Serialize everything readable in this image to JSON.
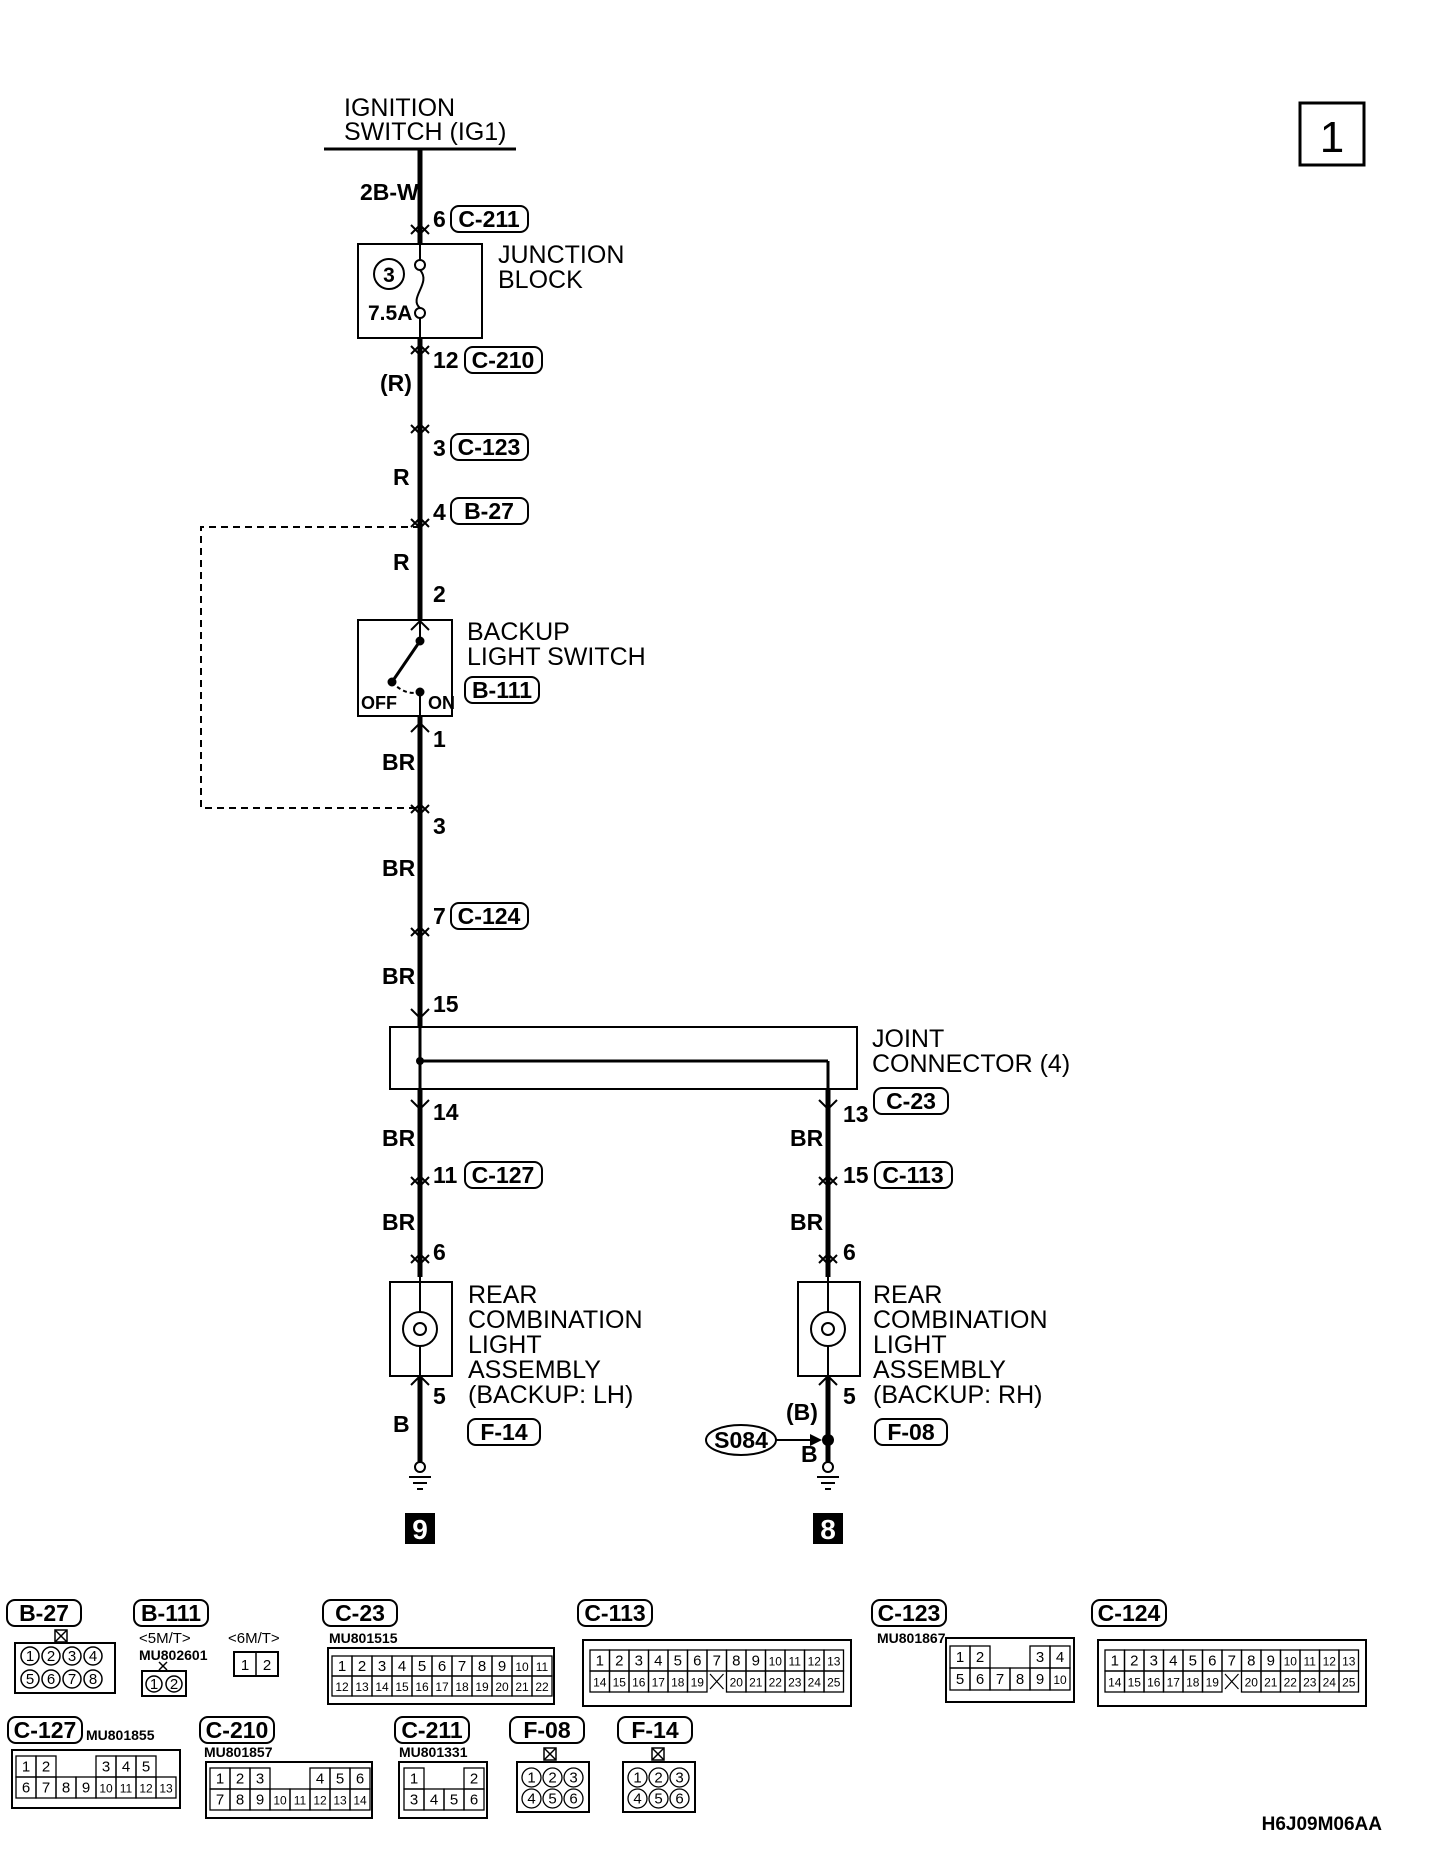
{
  "page_number": "1",
  "diagram_code": "H6J09M06AA",
  "ignition_switch": {
    "line1": "IGNITION",
    "line2": "SWITCH (IG1)"
  },
  "junction_block": {
    "line1": "JUNCTION",
    "line2": "BLOCK",
    "fuse_number": "3",
    "fuse_rating": "7.5A"
  },
  "backup_switch": {
    "line1": "BACKUP",
    "line2": "LIGHT SWITCH",
    "connector": "B-111",
    "off": "OFF",
    "on": "ON"
  },
  "joint_connector": {
    "line1": "JOINT",
    "line2": "CONNECTOR (4)",
    "connector": "C-23"
  },
  "rear_lh": {
    "line1": "REAR",
    "line2": "COMBINATION",
    "line3": "LIGHT",
    "line4": "ASSEMBLY",
    "line5": "(BACKUP: LH)",
    "connector": "F-14",
    "ground_ref": "9"
  },
  "rear_rh": {
    "line1": "REAR",
    "line2": "COMBINATION",
    "line3": "LIGHT",
    "line4": "ASSEMBLY",
    "line5": "(BACKUP: RH)",
    "connector": "F-08",
    "ground_ref": "8"
  },
  "splice": {
    "id": "S084",
    "wire": "(B)"
  },
  "wire_colors": {
    "w1": "2B-W",
    "w2": "(R)",
    "w3": "R",
    "w4": "R",
    "w5": "BR",
    "w6": "BR",
    "w7": "BR",
    "w8": "BR",
    "w9": "BR",
    "w10": "B",
    "w11": "BR",
    "w12": "BR",
    "w13": "B"
  },
  "junctions": {
    "j1": {
      "pin": "6",
      "connector": "C-211"
    },
    "j2": {
      "pin": "12",
      "connector": "C-210"
    },
    "j3": {
      "pin": "3",
      "connector": "C-123"
    },
    "j4": {
      "pin": "4",
      "connector": "B-27"
    },
    "j5": {
      "pin": "2"
    },
    "j6": {
      "pin": "1"
    },
    "j7": {
      "pin": "3"
    },
    "j8": {
      "pin": "7",
      "connector": "C-124"
    },
    "j9": {
      "pin": "15"
    },
    "j10": {
      "pin": "14"
    },
    "j11": {
      "pin": "13"
    },
    "j12": {
      "pin": "11",
      "connector": "C-127"
    },
    "j13": {
      "pin": "15",
      "connector": "C-113"
    },
    "j14": {
      "pin": "6"
    },
    "j15": {
      "pin": "6"
    },
    "j16": {
      "pin": "5"
    },
    "j17": {
      "pin": "5"
    }
  },
  "connector_views": {
    "b27": {
      "label": "B-27",
      "row1": [
        "1",
        "2",
        "3",
        "4"
      ],
      "row2": [
        "5",
        "6",
        "7",
        "8"
      ]
    },
    "b111": {
      "label": "B-111",
      "variant_a": "<5M/T>",
      "variant_b": "<6M/T>",
      "part": "MU802601",
      "pins_a": [
        "1",
        "2"
      ],
      "pins_b": [
        "1",
        "2"
      ]
    },
    "c23": {
      "label": "C-23",
      "part": "MU801515",
      "row1": [
        "1",
        "2",
        "3",
        "4",
        "5",
        "6",
        "7",
        "8",
        "9",
        "10",
        "11"
      ],
      "row2": [
        "12",
        "13",
        "14",
        "15",
        "16",
        "17",
        "18",
        "19",
        "20",
        "21",
        "22"
      ]
    },
    "c113": {
      "label": "C-113",
      "row1": [
        "1",
        "2",
        "3",
        "4",
        "5",
        "6",
        "7",
        "8",
        "9",
        "10",
        "11",
        "12",
        "13"
      ],
      "row2": [
        "14",
        "15",
        "16",
        "17",
        "18",
        "19",
        "",
        "20",
        "21",
        "22",
        "23",
        "24",
        "25"
      ]
    },
    "c123": {
      "label": "C-123",
      "part": "MU801867",
      "row1": [
        "1",
        "2",
        "",
        "",
        "3",
        "4"
      ],
      "row2": [
        "5",
        "6",
        "7",
        "8",
        "9",
        "10"
      ]
    },
    "c124": {
      "label": "C-124",
      "row1": [
        "1",
        "2",
        "3",
        "4",
        "5",
        "6",
        "7",
        "8",
        "9",
        "10",
        "11",
        "12",
        "13"
      ],
      "row2": [
        "14",
        "15",
        "16",
        "17",
        "18",
        "19",
        "",
        "20",
        "21",
        "22",
        "23",
        "24",
        "25"
      ]
    },
    "c127": {
      "label": "C-127",
      "part": "MU801855",
      "row1": [
        "1",
        "2",
        "",
        "",
        "3",
        "4",
        "5"
      ],
      "row2": [
        "6",
        "7",
        "8",
        "9",
        "10",
        "11",
        "12",
        "13"
      ]
    },
    "c210": {
      "label": "C-210",
      "part": "MU801857",
      "row1": [
        "1",
        "2",
        "3",
        "",
        "",
        "4",
        "5",
        "6"
      ],
      "row2": [
        "7",
        "8",
        "9",
        "10",
        "11",
        "12",
        "13",
        "14"
      ]
    },
    "c211": {
      "label": "C-211",
      "part": "MU801331",
      "row1": [
        "1",
        "",
        "",
        "2"
      ],
      "row2": [
        "3",
        "4",
        "5",
        "6"
      ]
    },
    "f08": {
      "label": "F-08",
      "row1": [
        "1",
        "2",
        "3"
      ],
      "row2": [
        "4",
        "5",
        "6"
      ]
    },
    "f14": {
      "label": "F-14",
      "row1": [
        "1",
        "2",
        "3"
      ],
      "row2": [
        "4",
        "5",
        "6"
      ]
    }
  }
}
